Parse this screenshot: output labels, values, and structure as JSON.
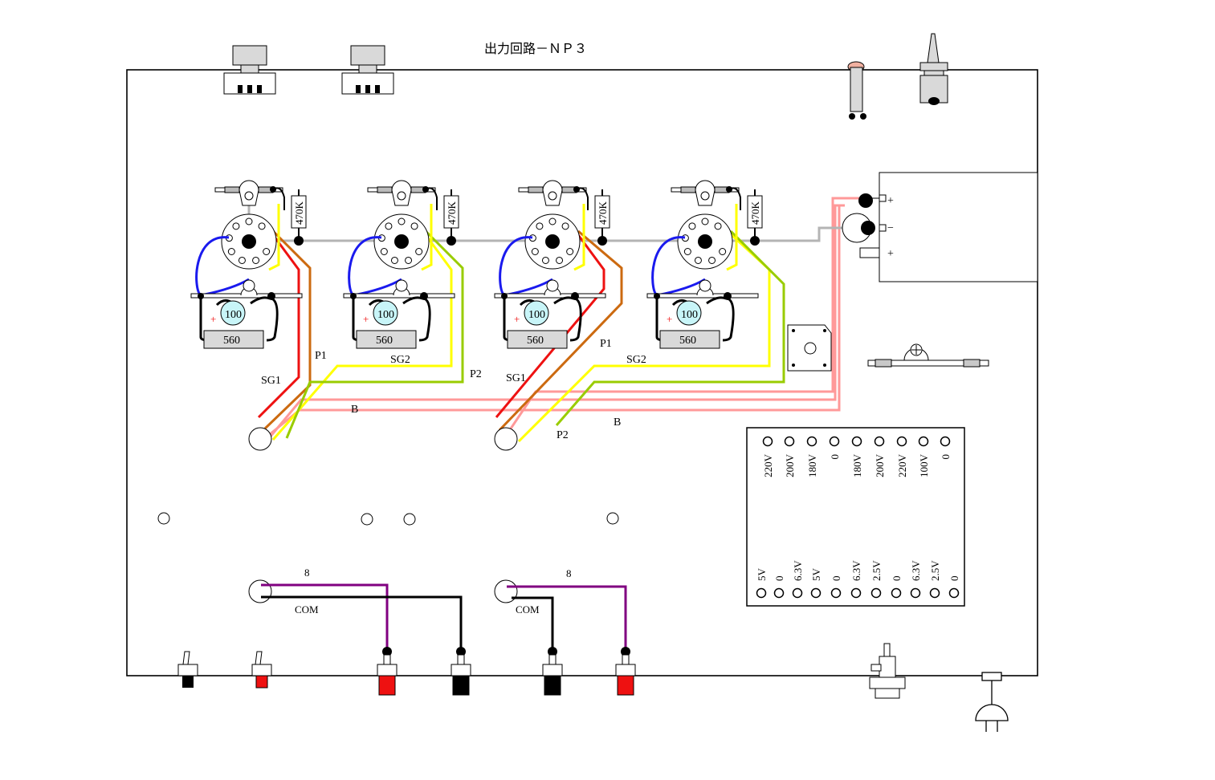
{
  "title": "出力回路－ＮＰ３",
  "tubes": [
    {
      "resistor": "470K",
      "cap": "100",
      "cap_polarity": "+",
      "cathode_r": "560"
    },
    {
      "resistor": "470K",
      "cap": "100",
      "cap_polarity": "+",
      "cathode_r": "560"
    },
    {
      "resistor": "470K",
      "cap": "100",
      "cap_polarity": "+",
      "cathode_r": "560"
    },
    {
      "resistor": "470K",
      "cap": "100",
      "cap_polarity": "+",
      "cathode_r": "560"
    }
  ],
  "wire_labels": {
    "left": {
      "p1": "P1",
      "sg1": "SG1",
      "sg2": "SG2",
      "p2": "P2",
      "b": "B"
    },
    "right": {
      "p1": "P1",
      "sg1": "SG1",
      "sg2": "SG2",
      "p2": "P2",
      "b": "B"
    }
  },
  "capacitor_block": {
    "plus_top": "+",
    "minus": "−",
    "plus_bottom": "+"
  },
  "transformer_top": [
    "220V",
    "200V",
    "180V",
    "0",
    "180V",
    "200V",
    "220V",
    "100V",
    "0"
  ],
  "transformer_bottom": [
    "5V",
    "0",
    "6.3V",
    "5V",
    "0",
    "6.3V",
    "2.5V",
    "0",
    "6.3V",
    "2.5V",
    "0"
  ],
  "outputs": {
    "left": {
      "tap": "8",
      "common": "COM"
    },
    "right": {
      "tap": "8",
      "common": "COM"
    }
  },
  "colors": {
    "red": "#ee1111",
    "orange": "#cc6a10",
    "yellow": "#ffff00",
    "green": "#99cc00",
    "pink": "#ff9999",
    "blue": "#1a1aee",
    "purple": "#800080",
    "gray": "#b4b4b4"
  }
}
